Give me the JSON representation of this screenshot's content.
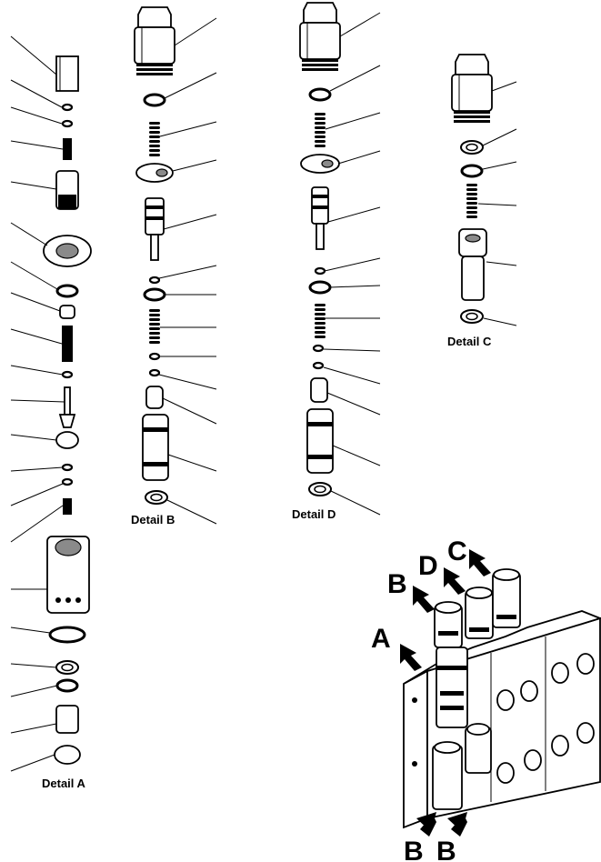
{
  "labels": {
    "detail_a": "Detail A",
    "detail_b": "Detail B",
    "detail_c": "Detail C",
    "detail_d": "Detail D",
    "callout_a": "A",
    "callout_b_upper": "B",
    "callout_c": "C",
    "callout_d": "D",
    "callout_b_lower_left": "B",
    "callout_b_lower_right": "B"
  }
}
